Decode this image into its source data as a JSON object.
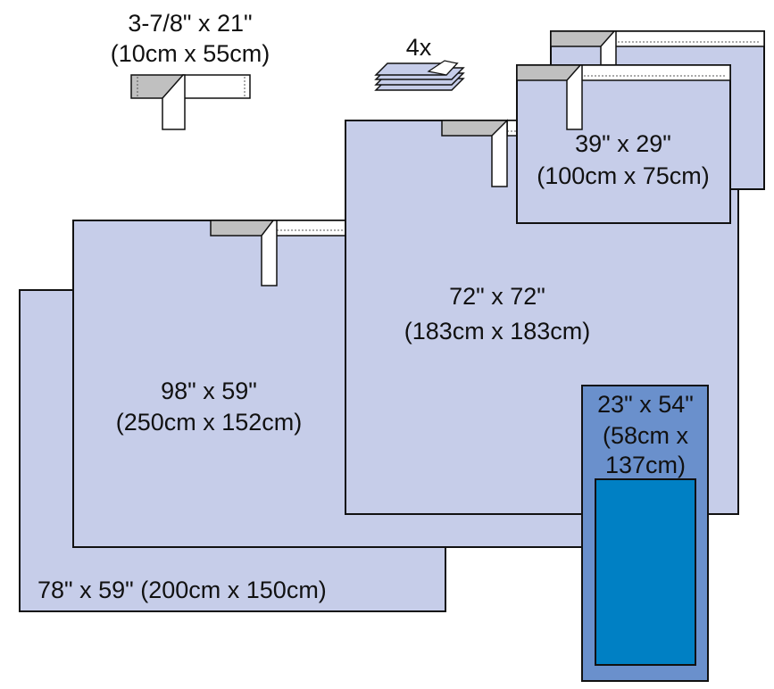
{
  "tape": {
    "label_line1": "3-7/8\" x 21\"",
    "label_line2": "(10cm x 55cm)"
  },
  "towels": {
    "count_label": "4x"
  },
  "drape_small": {
    "label_line1": "39\" x 29\"",
    "label_line2": "(100cm x 75cm)"
  },
  "drape_large": {
    "label_line1": "72\" x 72\"",
    "label_line2": "(183cm x 183cm)"
  },
  "drape_medium": {
    "label_line1": "98\" x 59\"",
    "label_line2": "(250cm x 152cm)"
  },
  "drape_back": {
    "label": "78\" x 59\" (200cm x 150cm)"
  },
  "drape_incise": {
    "label_line1": "23\" x 54\"",
    "label_line2": "(58cm x",
    "label_line3": "137cm)"
  },
  "colors": {
    "drape_fill": "#c6cde9",
    "tape_gray": "#c0c0c0",
    "incise_border_fill": "#6a90cc",
    "incise_window": "#0080c4",
    "outline": "#111111"
  }
}
